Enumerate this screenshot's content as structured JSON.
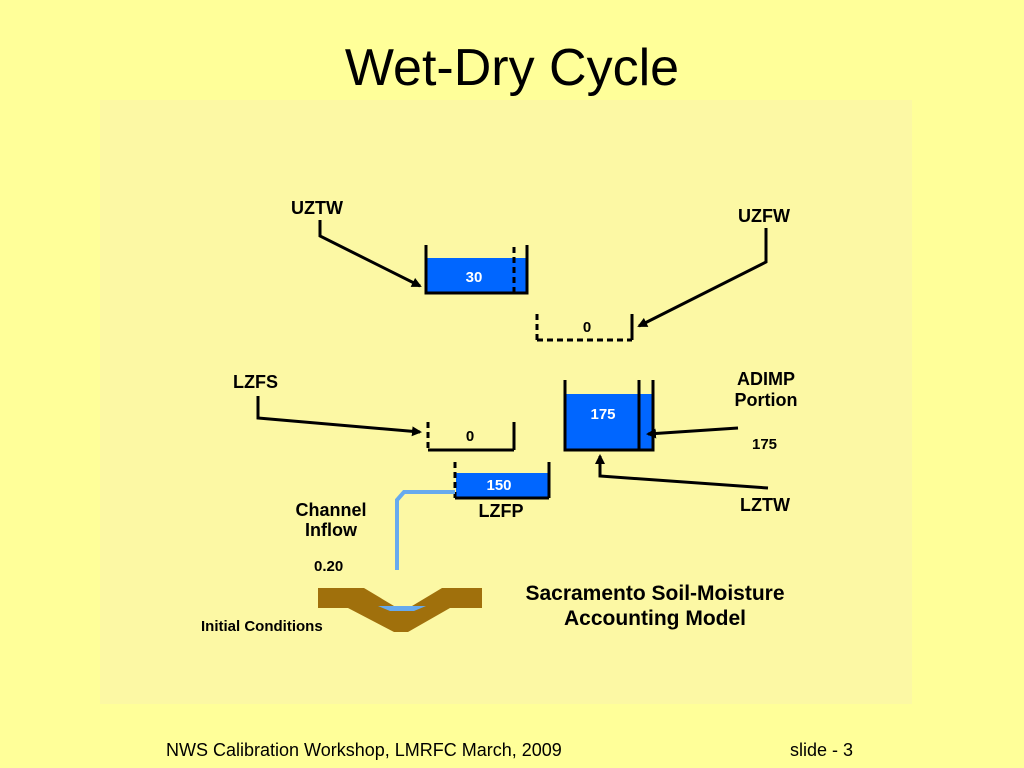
{
  "slide": {
    "title": "Wet-Dry Cycle",
    "footer_left": "NWS Calibration Workshop, LMRFC March, 2009",
    "footer_right": "slide - 3"
  },
  "colors": {
    "background": "#FFFF99",
    "water": "#0066FF",
    "channel_water": "#66AAEE",
    "channel_ground": "#A0700C"
  },
  "diagram": {
    "labels": {
      "uztw": "UZTW",
      "uzfw": "UZFW",
      "lzfs": "LZFS",
      "adimp_line1": "ADIMP",
      "adimp_line2": "Portion",
      "adimp_value": "175",
      "lztw": "LZTW",
      "lzfp": "LZFP",
      "channel_line1": "Channel",
      "channel_line2": "Inflow",
      "channel_value": "0.20",
      "initial_conditions": "Initial Conditions",
      "model_line1": "Sacramento Soil-Moisture",
      "model_line2": "Accounting Model"
    },
    "tanks": {
      "uztw": "30",
      "uzfw": "0",
      "lztw": "175",
      "lzfs": "0",
      "lzfp": "150"
    }
  }
}
